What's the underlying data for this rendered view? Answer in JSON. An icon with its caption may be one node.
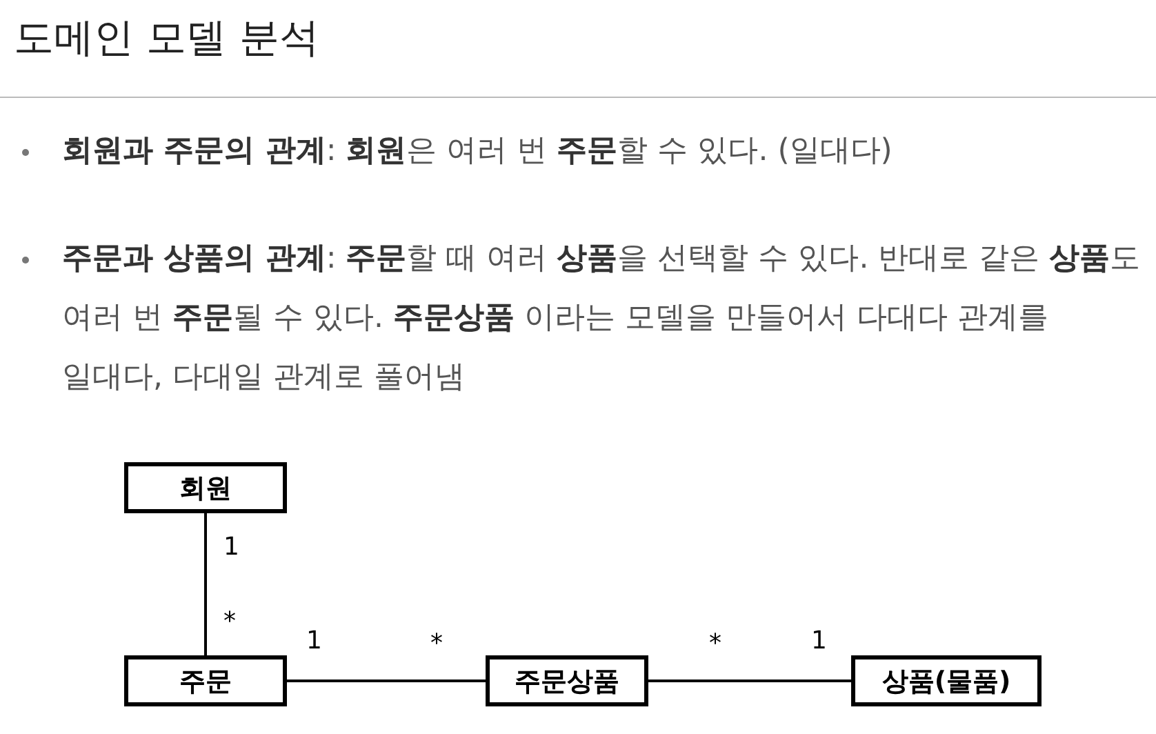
{
  "diagram": {
    "title": "도메인 모델 분석",
    "nodes": [
      {
        "text": [
          "회원"
        ]
      },
      {
        "text": [
          "주문"
        ]
      },
      {
        "text": [
          "주문상품"
        ]
      },
      {
        "text": [
          "상품(물품)"
        ]
      }
    ],
    "edges": [
      {
        "from": 0,
        "to": 1,
        "arrow": "none"
      },
      {
        "from": 1,
        "to": 2,
        "arrow": "none"
      },
      {
        "from": 2,
        "to": 3,
        "arrow": "none"
      }
    ],
    "labels": [
      "**회원과 주문의 관계**: **회원**은 여러 번 **주문**할 수 있다. (일대다)",
      "**주문과 상품의 관계**: **주문**할 때 여러 **상품**을 선택할 수 있다. 반대로 같은 **상품**도 여러 번 **주문**될 수 있다. **주문상품** 이라는 모델을 만들어서 다대다 관계를 일대다, 다대일 관계로 풀어냄",
      "1",
      "*",
      "1",
      "*",
      "*",
      "1"
    ]
  }
}
